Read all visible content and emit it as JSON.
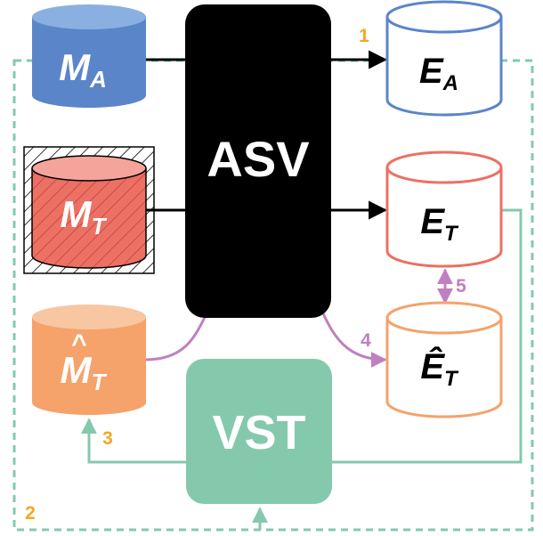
{
  "colors": {
    "blue": "#5b85c9",
    "red": "#ec7063",
    "orange": "#f5a26b",
    "green": "#85c9ad",
    "purple": "#c080bf",
    "black": "#000000",
    "step_number": "#f5a623"
  },
  "blocks": {
    "asv": "ASV",
    "vst": "VST"
  },
  "models": {
    "m_a": {
      "base": "M",
      "sub": "A"
    },
    "m_t": {
      "base": "M",
      "sub": "T"
    },
    "m_t_hat": {
      "base": "M",
      "sub": "T",
      "accent": "^"
    }
  },
  "embeddings": {
    "e_a": {
      "base": "E",
      "sub": "A"
    },
    "e_t": {
      "base": "E",
      "sub": "T"
    },
    "e_t_hat": {
      "base": "Ê",
      "sub": "T"
    }
  },
  "steps": [
    "1",
    "2",
    "3",
    "4",
    "5"
  ]
}
